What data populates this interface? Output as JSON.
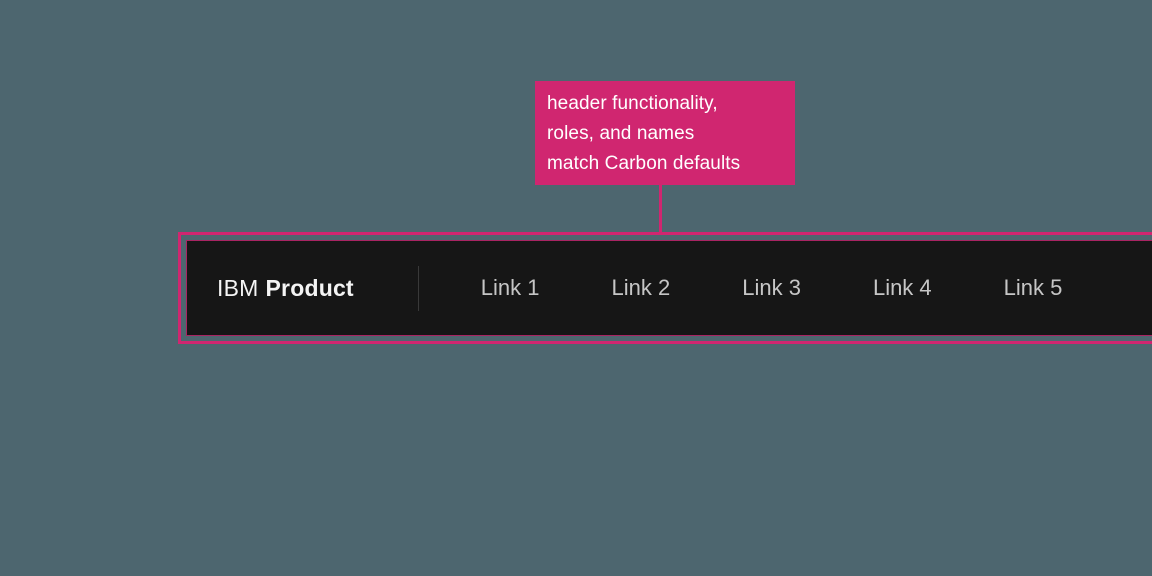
{
  "colors": {
    "background": "#4d666f",
    "annotation_magenta": "#d02670",
    "header_background": "#161616",
    "header_brand_text": "#f4f4f4",
    "header_link_text": "#c6c6c6",
    "header_divider": "#393939"
  },
  "annotation": {
    "callout": {
      "lines": [
        "header functionality,",
        "roles, and names",
        "match Carbon defaults"
      ]
    }
  },
  "header": {
    "brand": {
      "prefix": "IBM",
      "product": "Product"
    },
    "nav": {
      "links": [
        {
          "label": "Link 1"
        },
        {
          "label": "Link 2"
        },
        {
          "label": "Link 3"
        },
        {
          "label": "Link 4"
        },
        {
          "label": "Link 5"
        }
      ]
    }
  }
}
